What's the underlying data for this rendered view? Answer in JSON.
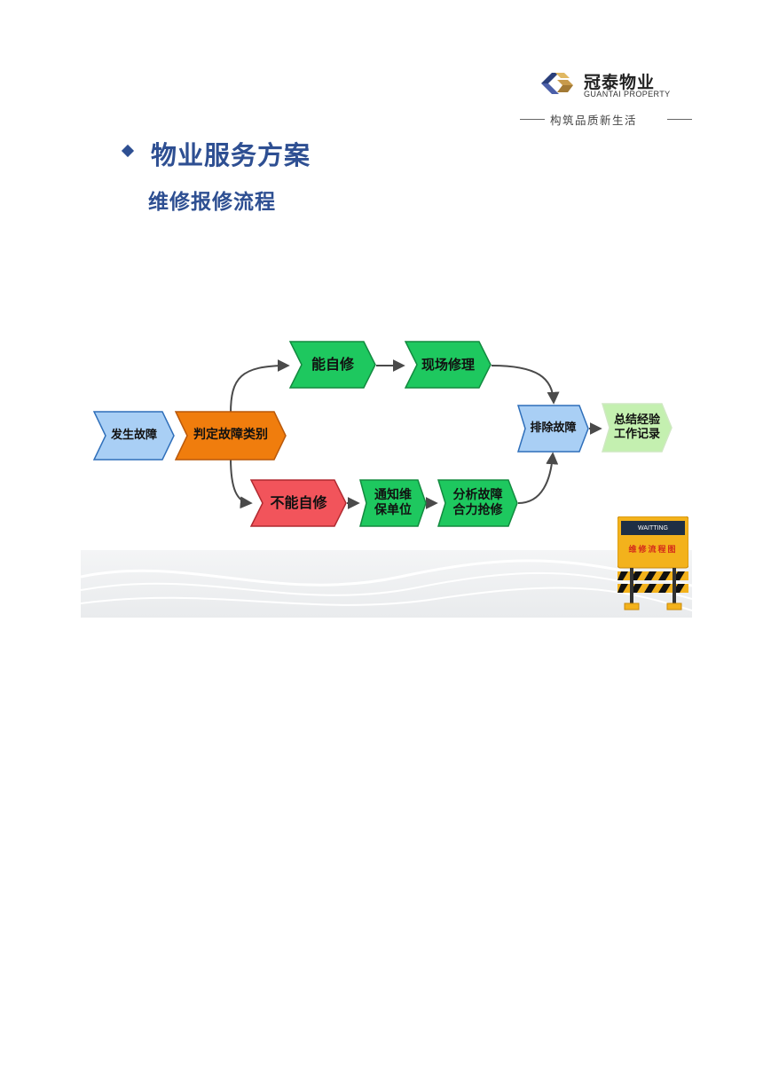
{
  "header": {
    "company_name": "冠泰物业",
    "company_name_en": "GUANTAI PROPERTY",
    "slogan": "构筑品质新生活"
  },
  "section": {
    "title": "物业服务方案",
    "subtitle": "维修报修流程"
  },
  "flowchart": {
    "nodes": {
      "occur": "发生故障",
      "classify": "判定故障类别",
      "self_repair": "能自修",
      "onsite_repair": "现场修理",
      "cannot_self_repair": "不能自修",
      "notify_line1": "通知维",
      "notify_line2": "保单位",
      "analyze_line1": "分析故障",
      "analyze_line2": "合力抢修",
      "eliminate": "排除故障",
      "summary_line1": "总结经验",
      "summary_line2": "工作记录"
    },
    "sign": {
      "waiting": "WAITTING",
      "title": "维修流程图"
    },
    "colors": {
      "blue": "#a9cff5",
      "orange": "#f07d0d",
      "green": "#1ec85f",
      "red": "#f2545b",
      "light_green": "#c4f0b0",
      "arrow": "#4a4a4a"
    }
  }
}
